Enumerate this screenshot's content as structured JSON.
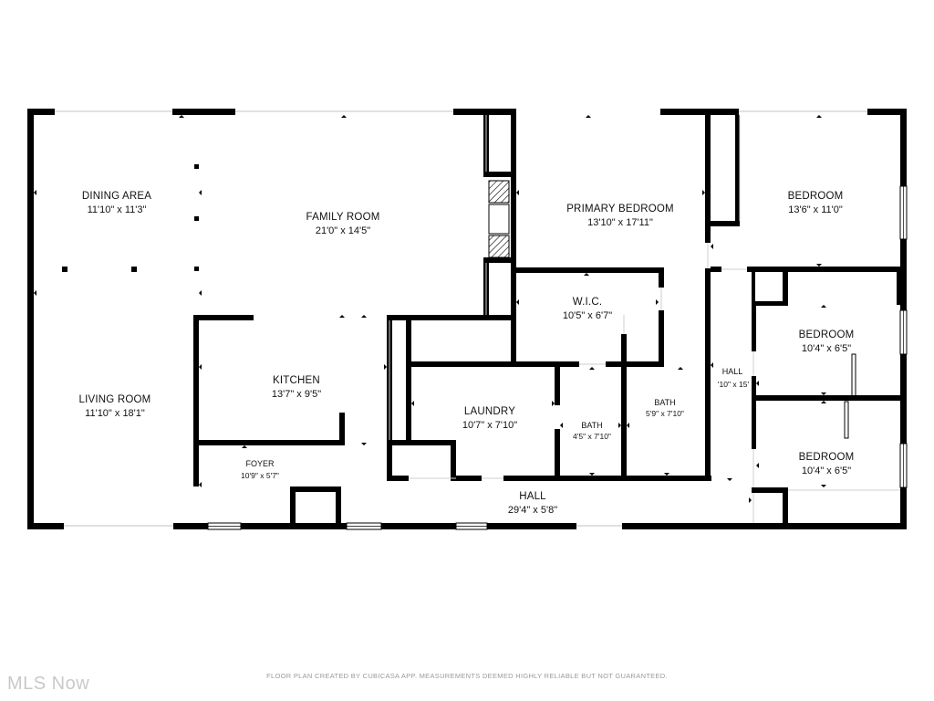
{
  "rooms": {
    "dining_area": {
      "name": "DINING AREA",
      "dims": "11'10\" x 11'3\""
    },
    "family_room": {
      "name": "FAMILY ROOM",
      "dims": "21'0\" x 14'5\""
    },
    "primary_bedroom": {
      "name": "PRIMARY BEDROOM",
      "dims": "13'10\" x 17'11\""
    },
    "bedroom_1": {
      "name": "BEDROOM",
      "dims": "13'6\" x 11'0\""
    },
    "wic": {
      "name": "W.I.C.",
      "dims": "10'5\" x 6'7\""
    },
    "bedroom_2": {
      "name": "BEDROOM",
      "dims": "10'4\" x 6'5\""
    },
    "hall_vertical": {
      "name": "HALL",
      "dims": "'10\" x 15'"
    },
    "kitchen": {
      "name": "KITCHEN",
      "dims": "13'7\" x 9'5\""
    },
    "laundry": {
      "name": "LAUNDRY",
      "dims": "10'7\" x 7'10\""
    },
    "bath_1": {
      "name": "BATH",
      "dims": "4'5\" x 7'10\""
    },
    "bath_2": {
      "name": "BATH",
      "dims": "5'9\" x 7'10\""
    },
    "living_room": {
      "name": "LIVING ROOM",
      "dims": "11'10\" x 18'1\""
    },
    "bedroom_3": {
      "name": "BEDROOM",
      "dims": "10'4\" x 6'5\""
    },
    "foyer": {
      "name": "FOYER",
      "dims": "10'9\" x 5'7\""
    },
    "hall_main": {
      "name": "HALL",
      "dims": "29'4\" x 5'8\""
    }
  },
  "disclaimer": "FLOOR PLAN CREATED BY CUBICASA APP. MEASUREMENTS DEEMED HIGHLY RELIABLE BUT NOT GUARANTEED.",
  "watermark": "MLS Now",
  "colors": {
    "wall": "#000000",
    "window": "#cfcfcf",
    "watermark": "#c9c9c9",
    "disclaimer": "#9a9a9a"
  }
}
